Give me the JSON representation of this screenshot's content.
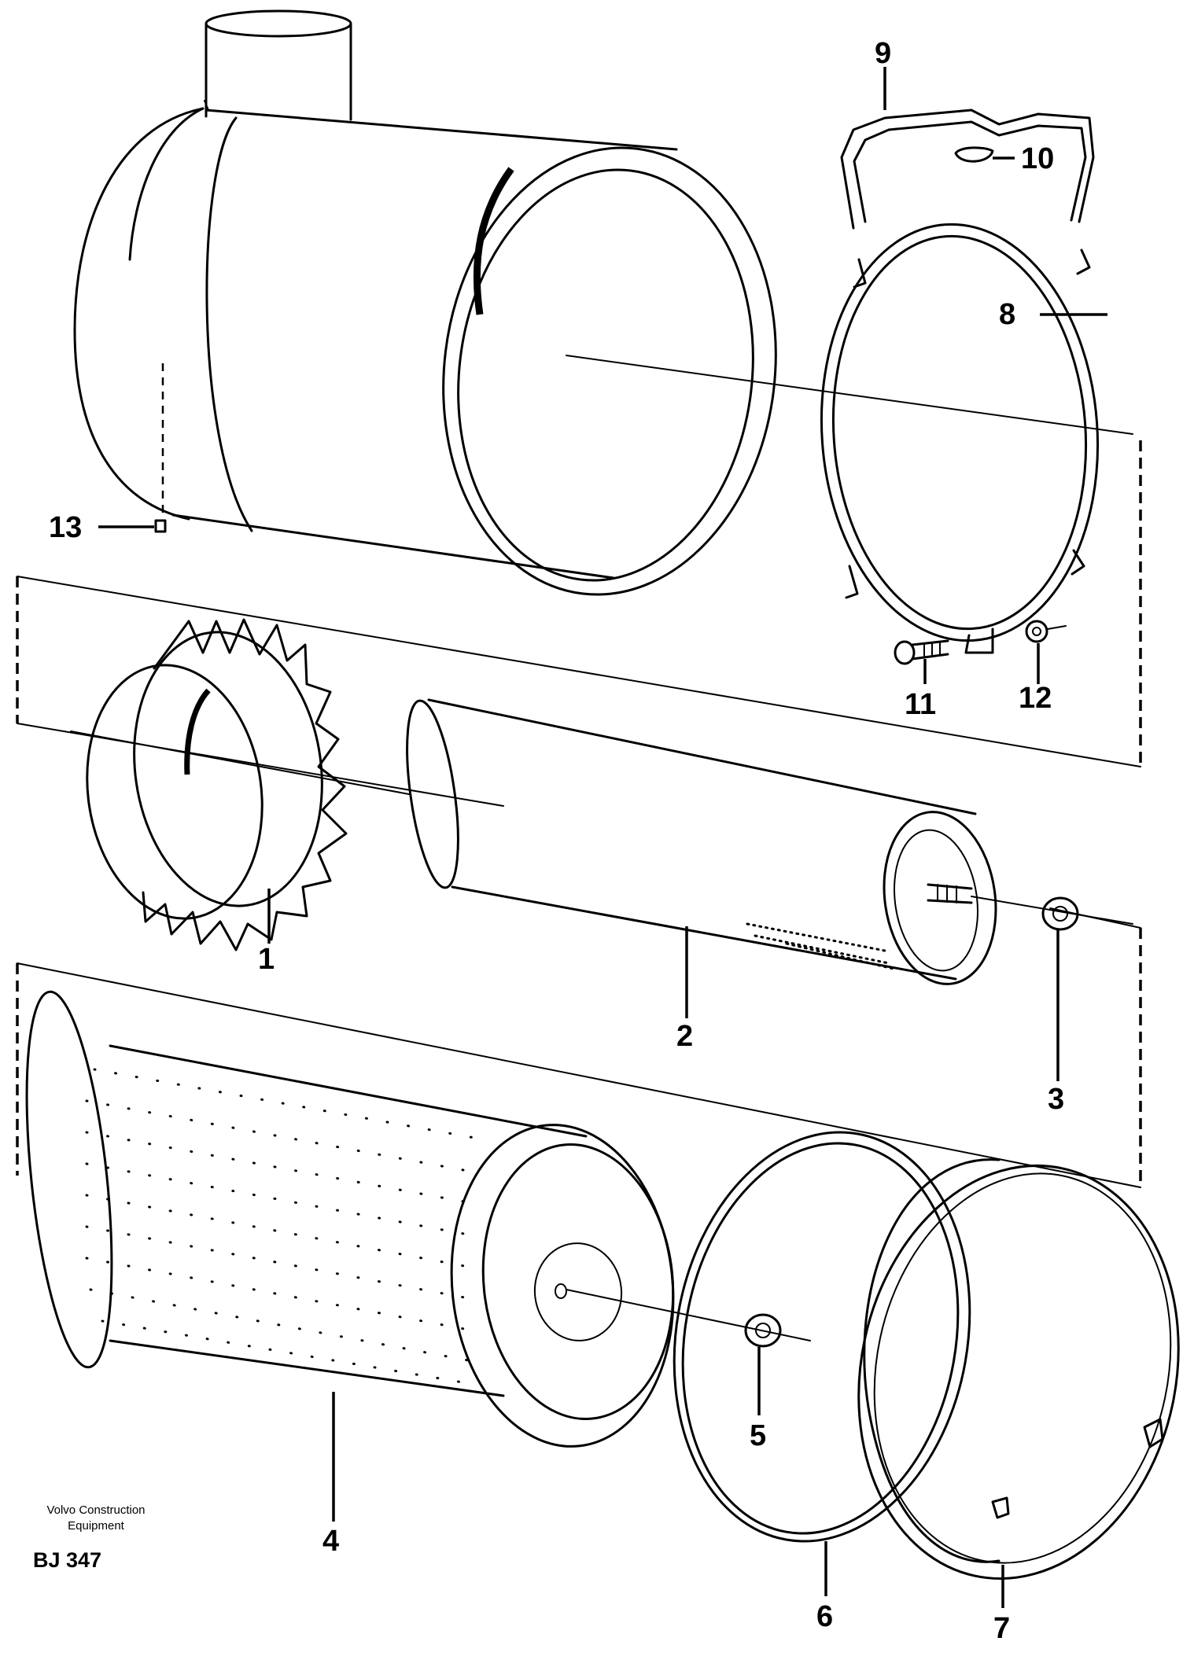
{
  "callouts": {
    "c1": "1",
    "c2": "2",
    "c3": "3",
    "c4": "4",
    "c5": "5",
    "c6": "6",
    "c7": "7",
    "c8": "8",
    "c9": "9",
    "c10": "10",
    "c11": "11",
    "c12": "12",
    "c13": "13"
  },
  "credit": {
    "line1": "Volvo Construction",
    "line2": "Equipment",
    "code": "BJ 347"
  }
}
